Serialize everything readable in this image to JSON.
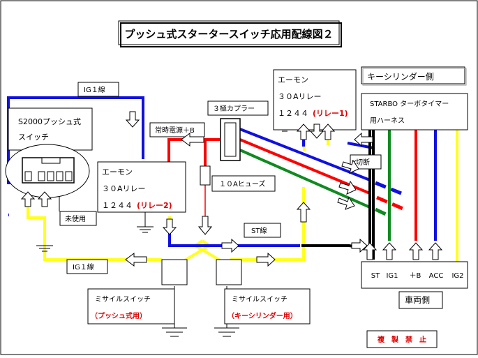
{
  "title": "プッシュ式スタータースイッチ応用配線図２",
  "s2000_switch": {
    "line1": "S2000プッシュ式",
    "line2": "スイッチ"
  },
  "unused": "未使用",
  "ig1_top": "IG１線",
  "ig1_bottom": "IG１線",
  "relay2": {
    "line1": "エーモン",
    "line2": "３０Aリレー",
    "num": "１２４４",
    "tag": "(リレー2)"
  },
  "relay1": {
    "line1": "エーモン",
    "line2": "３０Aリレー",
    "num": "１２４４",
    "tag": "(リレー1)"
  },
  "constant_power": "常時電源＋B",
  "coupler": "３極カプラー",
  "fuse": "１０Aヒューズ",
  "st_wire": "ST線",
  "cut": "切断",
  "key_cylinder_side": "キーシリンダー側",
  "turbo_timer": {
    "line1": "STARBO ターボタイマー",
    "line2": "用ハーネス"
  },
  "terminals": [
    "ST",
    "IG1",
    "＋B",
    "ACC",
    "IG2"
  ],
  "vehicle_side": "車両側",
  "missile_left": {
    "line1": "ミサイルスイッチ",
    "line2": "（プッシュ式用）"
  },
  "missile_right": {
    "line1": "ミサイルスイッチ",
    "line2": "（キーシリンダー用）"
  },
  "no_copy": "複　製　禁　止",
  "colors": {
    "blue": "#1010e0",
    "red": "#ff0000",
    "green": "#108a20",
    "yellow": "#ffff20",
    "black": "#000000",
    "label_red": "#e00000"
  }
}
